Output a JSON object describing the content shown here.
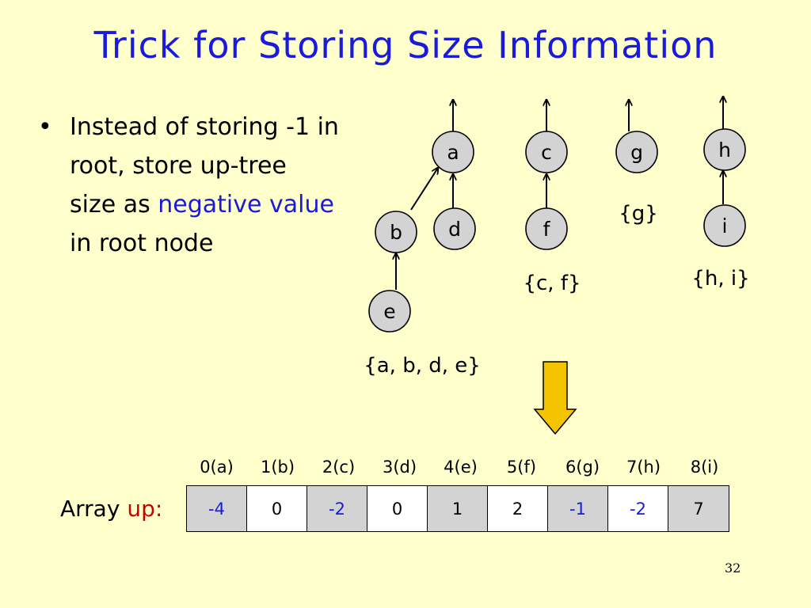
{
  "title": "Trick for Storing Size Information",
  "bullet": {
    "marker": "•",
    "text_1": "Instead of storing -1 in root, store up-tree size as ",
    "highlight": "negative value",
    "text_2": " in root node"
  },
  "nodes": {
    "a": "a",
    "b": "b",
    "c": "c",
    "d": "d",
    "e": "e",
    "f": "f",
    "g": "g",
    "h": "h",
    "i": "i"
  },
  "sets": {
    "abde": "{a, b, d, e}",
    "cf": "{c, f}",
    "g": "{g}",
    "hi": "{h, i}"
  },
  "arrow_color": "#f5c400",
  "array": {
    "label_prefix": "Array ",
    "label_name": "up:",
    "headers": [
      "0(a)",
      "1(b)",
      "2(c)",
      "3(d)",
      "4(e)",
      "5(f)",
      "6(g)",
      "7(h)",
      "8(i)"
    ],
    "values": [
      "-4",
      "0",
      "-2",
      "0",
      "1",
      "2",
      "-1",
      "-2",
      "7"
    ]
  },
  "page_number": "32"
}
